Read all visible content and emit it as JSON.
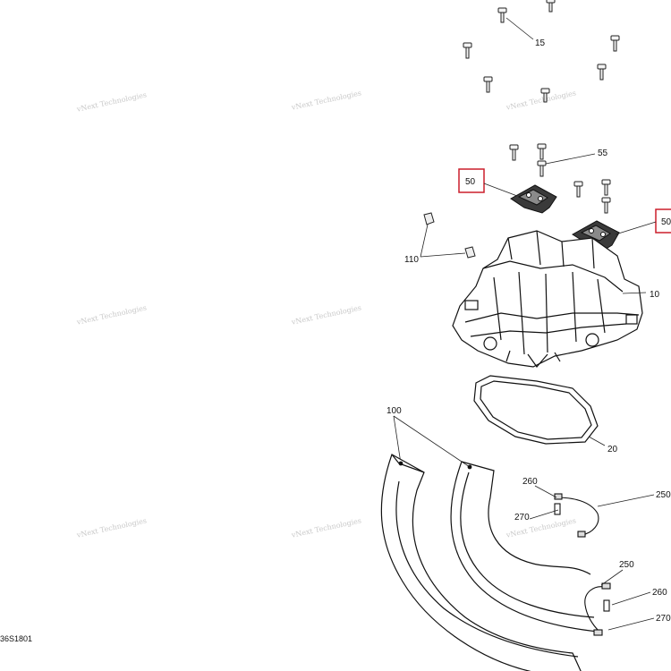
{
  "diagram": {
    "watermark_text": "vNext Technologies",
    "callouts": {
      "c15": "15",
      "c55": "55",
      "c50a": "50",
      "c50b": "50",
      "c110": "110",
      "c10": "10",
      "c20": "20",
      "c100": "100",
      "c260a": "260",
      "c250a": "250",
      "c270a": "270",
      "c250b": "250",
      "c260b": "260",
      "c270b": "270"
    },
    "highlighted_callouts": [
      "50",
      "50"
    ],
    "highlight_color": "#cc1f2b",
    "drawing_code": "36S1801"
  }
}
